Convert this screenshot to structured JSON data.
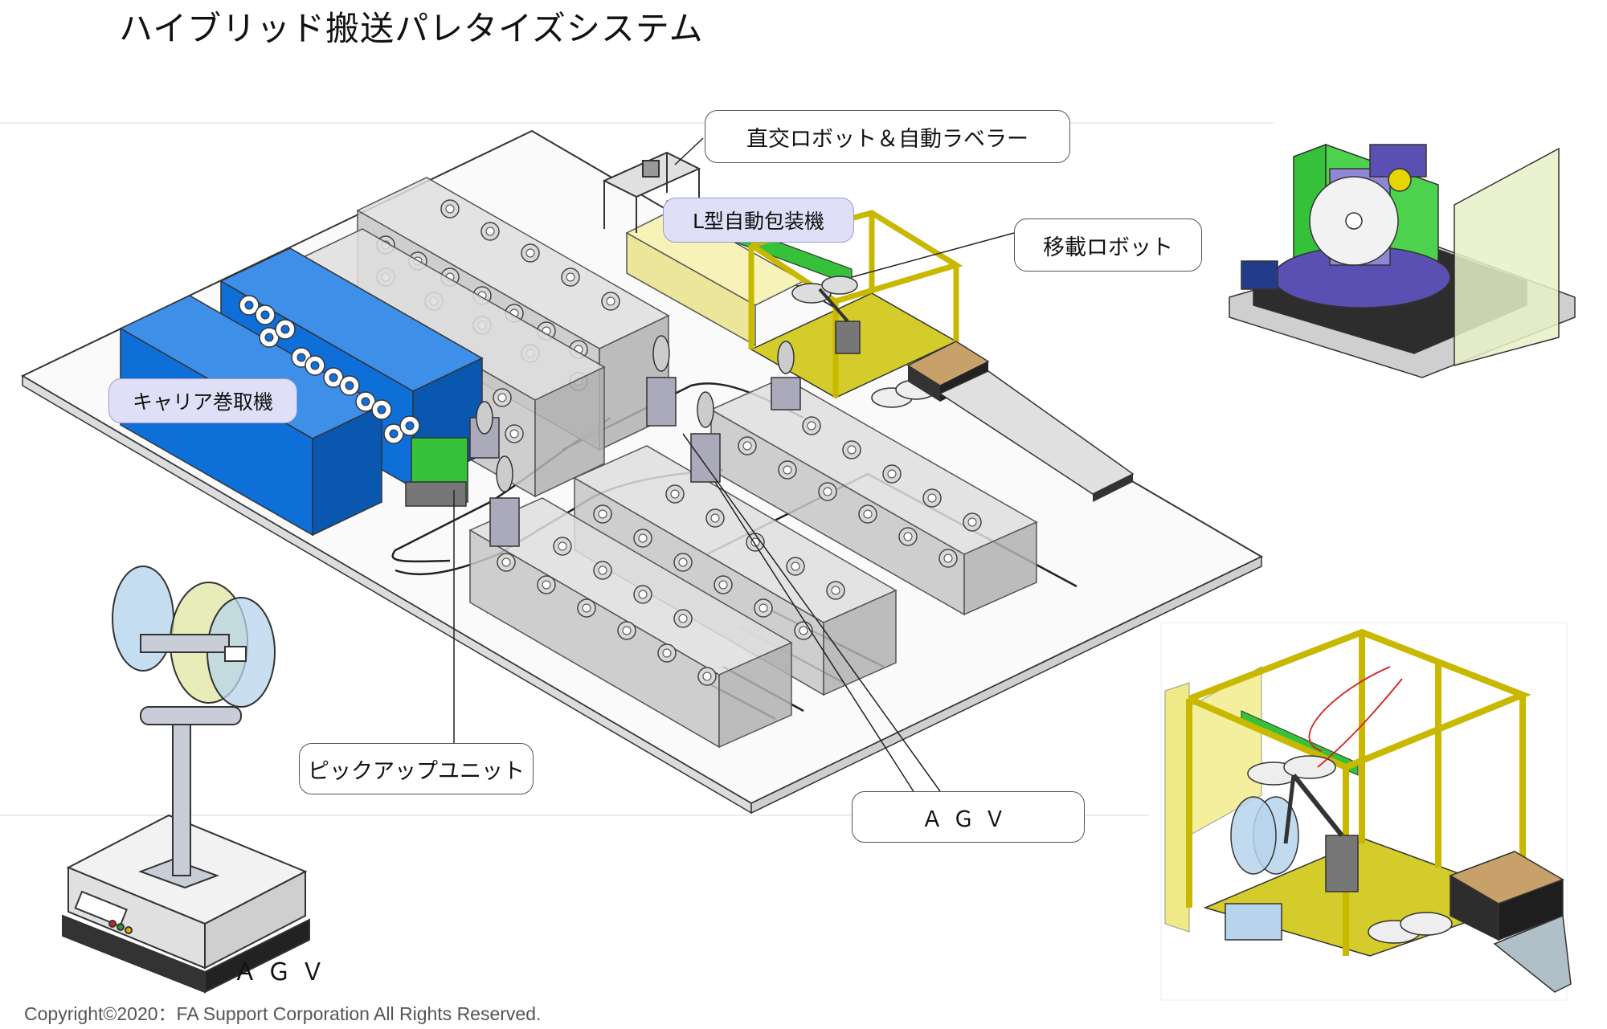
{
  "title": "ハイブリッド搬送パレタイズシステム",
  "labels": {
    "orthogonal_robot": "直交ロボット＆自動ラベラー",
    "l_packaging": "L型自動包装機",
    "transfer_robot": "移載ロボット",
    "carrier_winder": "キャリア巻取機",
    "pickup_unit": "ピックアップユニット",
    "agv_callout": "ＡＧＶ",
    "agv_caption": "ＡＧＶ"
  },
  "copyright": "Copyright©2020：FA Support Corporation All Rights Reserved.",
  "colors": {
    "blue_machine": "#0f6fd8",
    "gray_machine": "#c8c8c8",
    "yellow_frame": "#c9b800",
    "green_robot": "#35c23a",
    "lavender_label": "#dfe0f7"
  }
}
